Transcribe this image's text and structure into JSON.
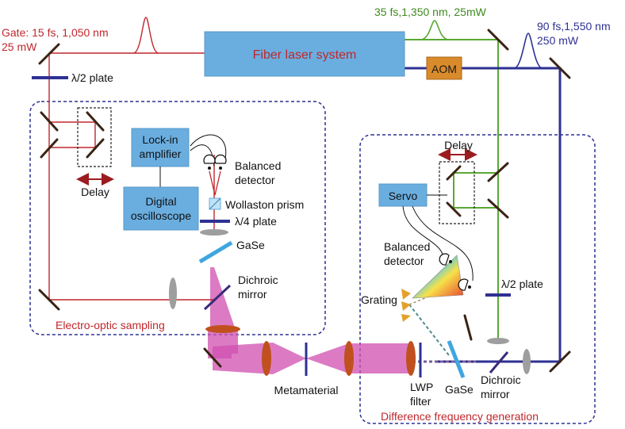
{
  "source": {
    "gate_line1": "Gate: 15 fs, 1,050 nm",
    "gate_line2": "25 mW",
    "fiber_laser": "Fiber laser system",
    "green_beam": "35 fs,1,350 nm, 25mW",
    "blue_beam_line1": "90 fs,1,550 nm",
    "blue_beam_line2": "250 mW",
    "aom": "AOM"
  },
  "eos": {
    "half_wave_plate": "λ/2 plate",
    "delay": "Delay",
    "lockin_line1": "Lock-in",
    "lockin_line2": "amplifier",
    "digital_line1": "Digital",
    "digital_line2": "oscilloscope",
    "balanced_line1": "Balanced",
    "balanced_line2": "detector",
    "wollaston": "Wollaston prism",
    "quarter_wave_plate": "λ/4 plate",
    "gase": "GaSe",
    "dichroic_line1": "Dichroic",
    "dichroic_line2": "mirror",
    "section_label": "Electro-optic sampling"
  },
  "dfg": {
    "delay": "Delay",
    "servo": "Servo",
    "balanced_line1": "Balanced",
    "balanced_line2": "detector",
    "grating": "Grating",
    "half_wave_plate": "λ/2 plate",
    "lwp_line1": "LWP",
    "lwp_line2": "filter",
    "gase": "GaSe",
    "dichroic_line1": "Dichroic",
    "dichroic_line2": "mirror",
    "section_label": "Difference frequency generation"
  },
  "metamaterial": "Metamaterial",
  "colors": {
    "red_beam": "#c0272d",
    "green_beam": "#5aa832",
    "blue_beam": "#2e3192",
    "thz_beam": "#d04fb0",
    "box_fill": "#6aaee0",
    "aom_fill": "#d98b2b",
    "section_border": "#2e3192"
  }
}
